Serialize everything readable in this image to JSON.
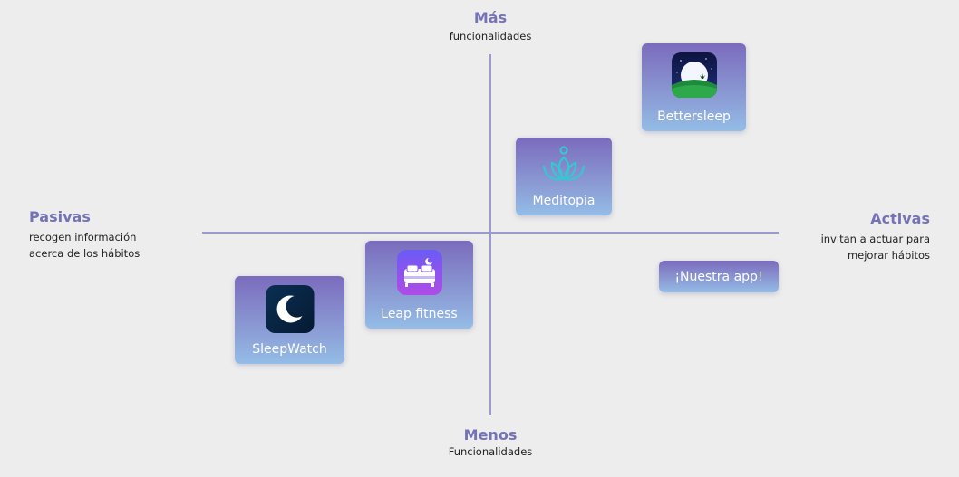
{
  "axes": {
    "top": {
      "title": "Más",
      "subtitle": "funcionalidades"
    },
    "bottom": {
      "title": "Menos",
      "subtitle": "Funcionalidades"
    },
    "left": {
      "title": "Pasivas",
      "subtitle_line1": "recogen información",
      "subtitle_line2": "acerca de los hábitos"
    },
    "right": {
      "title": "Activas",
      "subtitle_line1": "invitan a actuar para",
      "subtitle_line2": "mejorar hábitos"
    }
  },
  "apps": {
    "bettersleep": {
      "label": "Bettersleep",
      "icon": "moon-hill-icon"
    },
    "meditopia": {
      "label": "Meditopia",
      "icon": "lotus-icon"
    },
    "leap": {
      "label": "Leap fitness",
      "icon": "bed-icon"
    },
    "sleepwatch": {
      "label": "SleepWatch",
      "icon": "crescent-moon-icon"
    },
    "nuestra": {
      "label": "¡Nuestra app!"
    }
  },
  "colors": {
    "accent": "#7473b8",
    "axis": "#9a9ad0",
    "card_top": "#7b6bbd",
    "card_bottom": "#94bde7",
    "background": "#ededed"
  }
}
